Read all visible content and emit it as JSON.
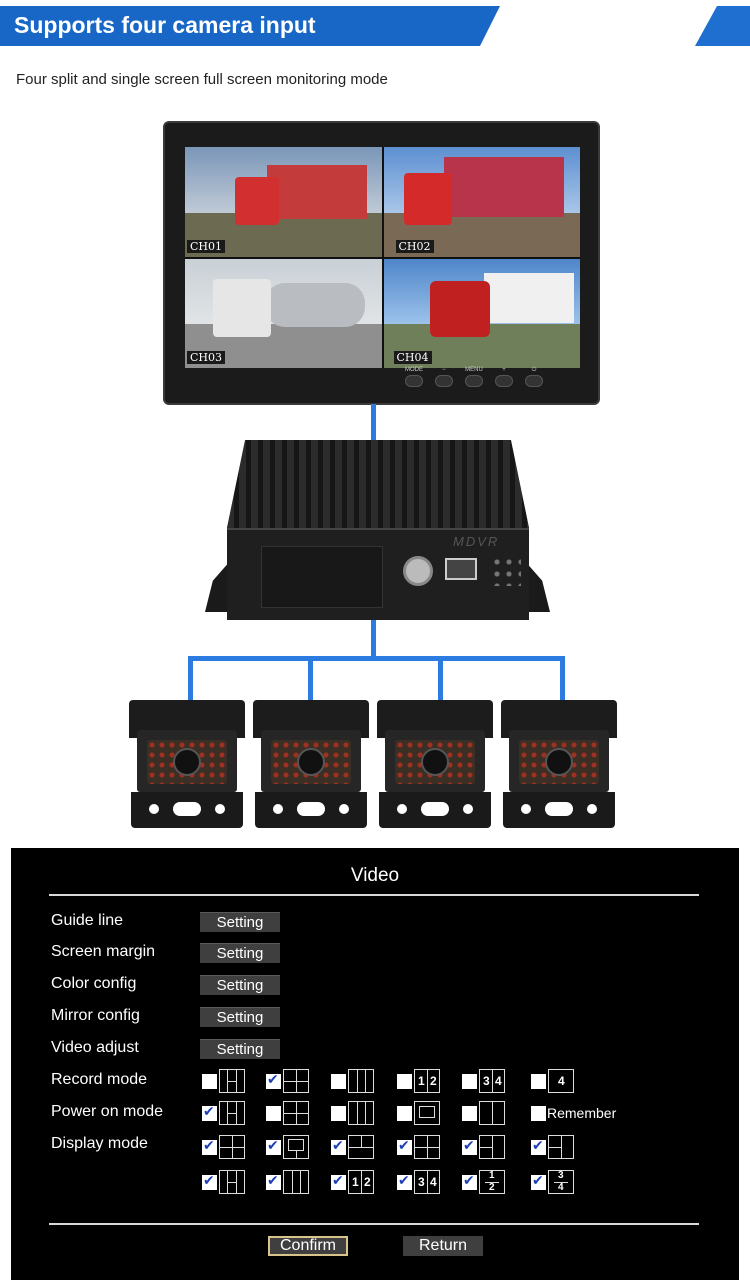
{
  "header": {
    "title": "Supports four camera input",
    "subtitle": "Four split and single screen full screen monitoring mode"
  },
  "monitor": {
    "channels": [
      "CH01",
      "CH02",
      "CH03",
      "CH04"
    ],
    "buttons": [
      "MODE",
      "−",
      "MENU",
      "+",
      "⏻"
    ]
  },
  "dvr": {
    "brand": "MDVR"
  },
  "menu": {
    "title": "Video",
    "setting_rows": [
      {
        "label": "Guide line",
        "button": "Setting"
      },
      {
        "label": "Screen margin",
        "button": "Setting"
      },
      {
        "label": "Color config",
        "button": "Setting"
      },
      {
        "label": "Mirror config",
        "button": "Setting"
      },
      {
        "label": "Video adjust",
        "button": "Setting"
      }
    ],
    "record_mode": {
      "label": "Record mode",
      "checked": [
        false,
        true,
        false,
        false,
        false,
        false
      ]
    },
    "power_on_mode": {
      "label": "Power on mode",
      "checked": [
        true,
        false,
        false,
        false,
        false,
        false
      ],
      "remember": "Remember"
    },
    "display_mode": {
      "label": "Display mode",
      "checked_row1": [
        true,
        true,
        true,
        true,
        true,
        true
      ],
      "checked_row2": [
        true,
        true,
        true,
        true,
        true,
        true
      ]
    },
    "confirm": "Confirm",
    "return": "Return"
  },
  "colors": {
    "accent": "#1867c6",
    "wire": "#2b7be0",
    "checkmark": "#1c3fb7",
    "focus_border": "#d8c48a"
  }
}
